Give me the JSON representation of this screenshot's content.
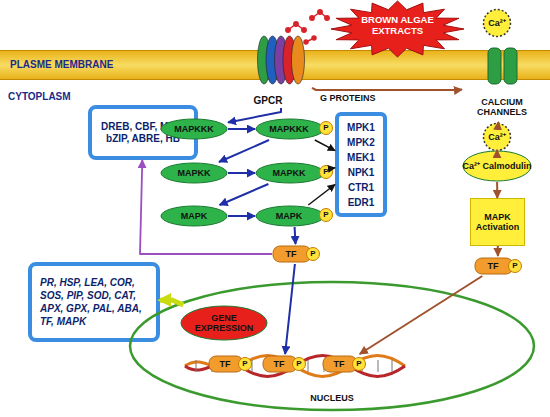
{
  "diagram": {
    "nodes": [
      {
        "text": [
          "PLASME MEMBRANE"
        ]
      },
      {
        "text": [
          "BROWN ALGAE EXTRACTS"
        ]
      },
      {
        "text": [
          "Ca²⁺"
        ]
      },
      {
        "text": [
          "GPCR"
        ]
      },
      {
        "text": [
          "CALCIUM CHANNELS"
        ]
      },
      {
        "text": [
          "Ca²⁺"
        ]
      },
      {
        "text": [
          "DREB, CBF, MYB, bZIP, ABRE, HB"
        ]
      },
      {
        "text": [
          "MAPKKK"
        ]
      },
      {
        "text": [
          "MAPKKK",
          "P"
        ]
      },
      {
        "text": [
          "Ca²⁺ Calmodulin"
        ]
      },
      {
        "text": [
          "MPK1 MPK2 MEK1 NPK1 CTR1 EDR1"
        ]
      },
      {
        "text": [
          "MAPKK"
        ]
      },
      {
        "text": [
          "MAPKK",
          "P"
        ]
      },
      {
        "text": [
          "MAPK Activation"
        ]
      },
      {
        "text": [
          "MAPK"
        ]
      },
      {
        "text": [
          "MAPK",
          "P"
        ]
      },
      {
        "text": [
          "PR, HSP, LEA, COR, SOS, PIP, SOD, CAT, APX, GPX, PAL, ABA, TF, MAPK"
        ]
      },
      {
        "text": [
          "TF",
          "P"
        ]
      },
      {
        "text": [
          "TF",
          "P"
        ]
      },
      {
        "text": [
          "NUCLEUS"
        ]
      },
      {
        "text": [
          "GENE EXPRESSION"
        ],
        "in": 19
      },
      {
        "text": [
          "TF",
          "P"
        ],
        "in": 19
      },
      {
        "text": [
          "TF",
          "P"
        ],
        "in": 19
      },
      {
        "text": [
          "TF",
          "P"
        ],
        "in": 19
      }
    ],
    "edges": [
      {
        "from": 3,
        "to": 7,
        "arrow": "to"
      },
      {
        "from": 3,
        "to": 4,
        "label": "G PROTEINS",
        "arrow": "to"
      },
      {
        "from": 4,
        "to": 5,
        "arrow": "to"
      },
      {
        "from": 5,
        "to": 9,
        "arrow": "to"
      },
      {
        "from": 9,
        "to": 13,
        "arrow": "to"
      },
      {
        "from": 13,
        "to": 18,
        "arrow": "to"
      },
      {
        "from": 7,
        "to": 8,
        "arrow": "to"
      },
      {
        "from": 8,
        "to": 11,
        "arrow": "to"
      },
      {
        "from": 11,
        "to": 12,
        "arrow": "to"
      },
      {
        "from": 12,
        "to": 14,
        "arrow": "to"
      },
      {
        "from": 14,
        "to": 15,
        "arrow": "to"
      },
      {
        "from": 8,
        "to": 10,
        "arrow": "to"
      },
      {
        "from": 12,
        "to": 10,
        "arrow": "to"
      },
      {
        "from": 15,
        "to": 10,
        "arrow": "to"
      },
      {
        "from": 15,
        "to": 17,
        "arrow": "to"
      },
      {
        "from": 17,
        "to": 6,
        "arrow": "to"
      },
      {
        "from": 17,
        "to": 22,
        "arrow": "to"
      },
      {
        "from": 18,
        "to": 23,
        "arrow": "to"
      },
      {
        "from": 20,
        "to": 16,
        "arrow": "to"
      }
    ],
    "labels": [
      "CYTOPLASM"
    ]
  }
}
